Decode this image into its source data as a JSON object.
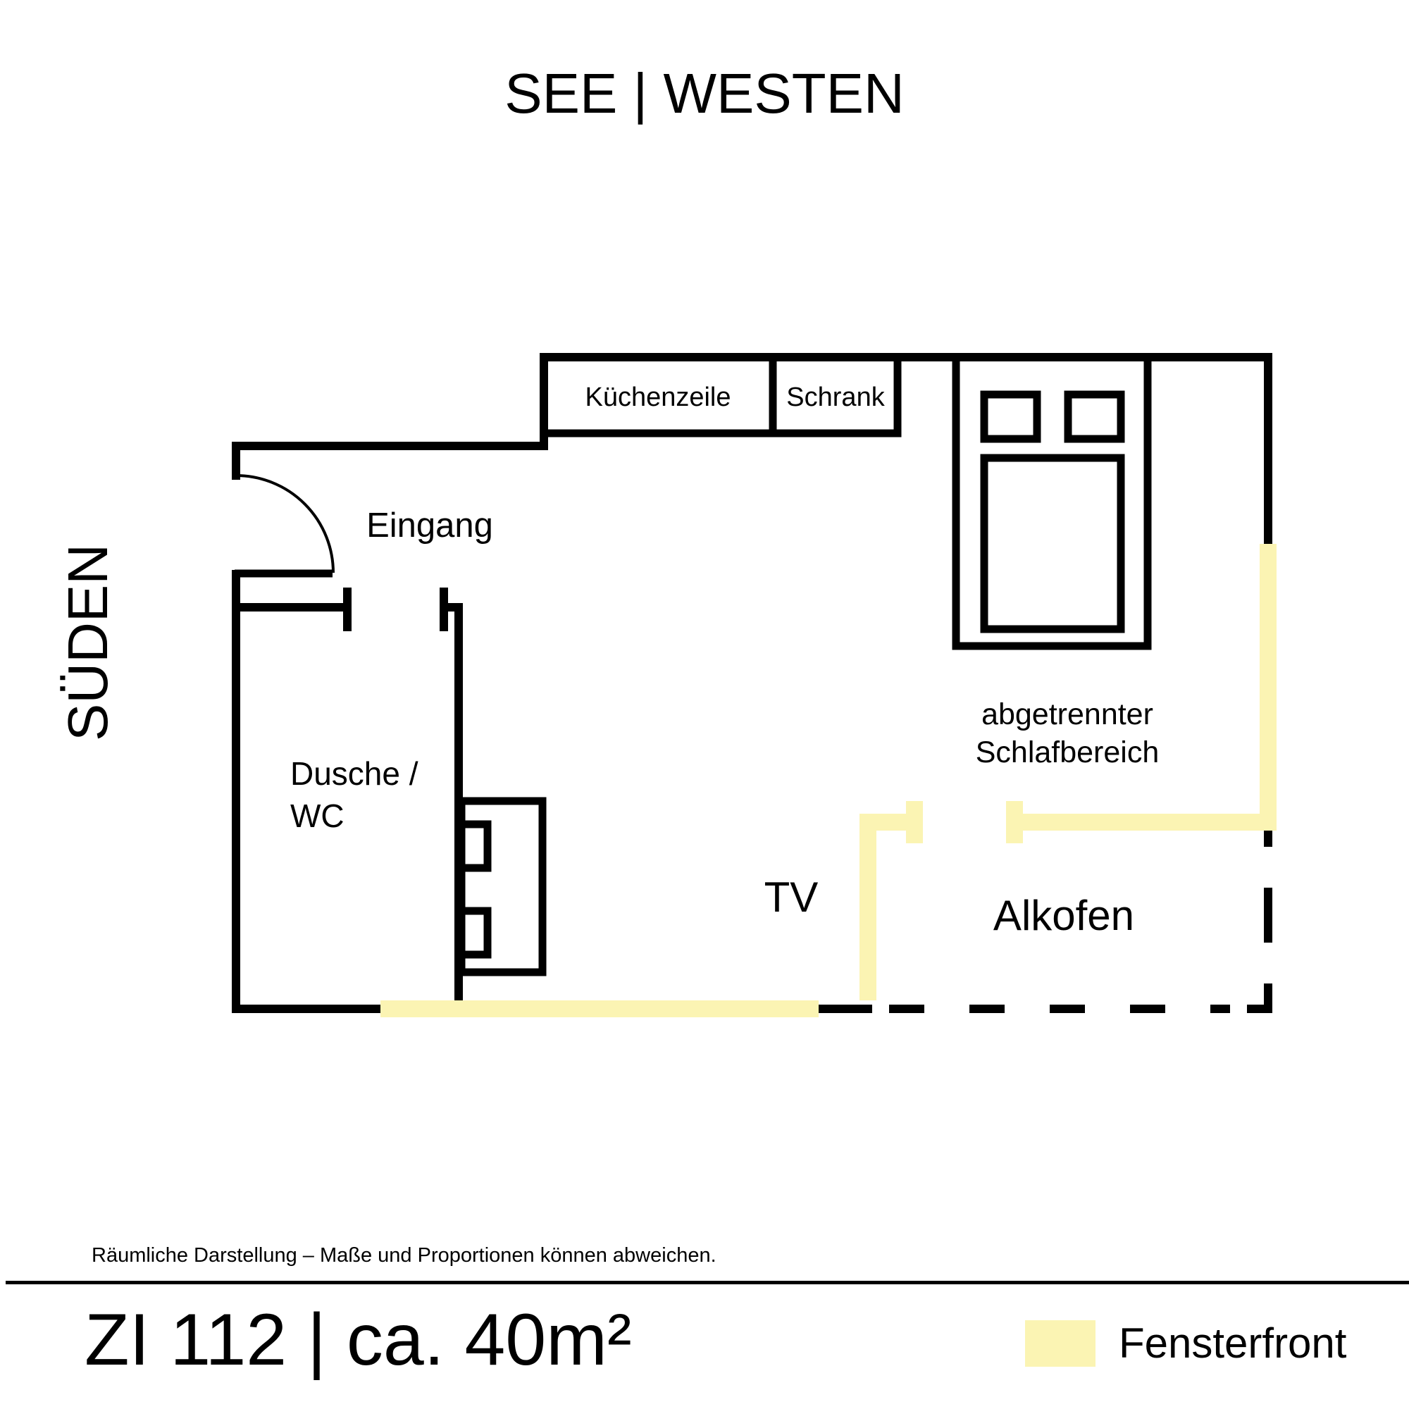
{
  "orientation": {
    "top": "SEE | WESTEN",
    "left": "SÜDEN"
  },
  "rooms": {
    "kitchen": "Küchenzeile",
    "wardrobe": "Schrank",
    "entrance": "Eingang",
    "bathroom_line1": "Dusche /",
    "bathroom_line2": "WC",
    "sleeping_line1": "abgetrennter",
    "sleeping_line2": "Schlafbereich",
    "tv": "TV",
    "alcove": "Alkofen"
  },
  "disclaimer": "Räumliche Darstellung – Maße und Proportionen können abweichen.",
  "room_number": "ZI 112 | ca. 40m²",
  "legend": {
    "window_label": "Fensterfront",
    "window_color": "#fbf4b3"
  }
}
